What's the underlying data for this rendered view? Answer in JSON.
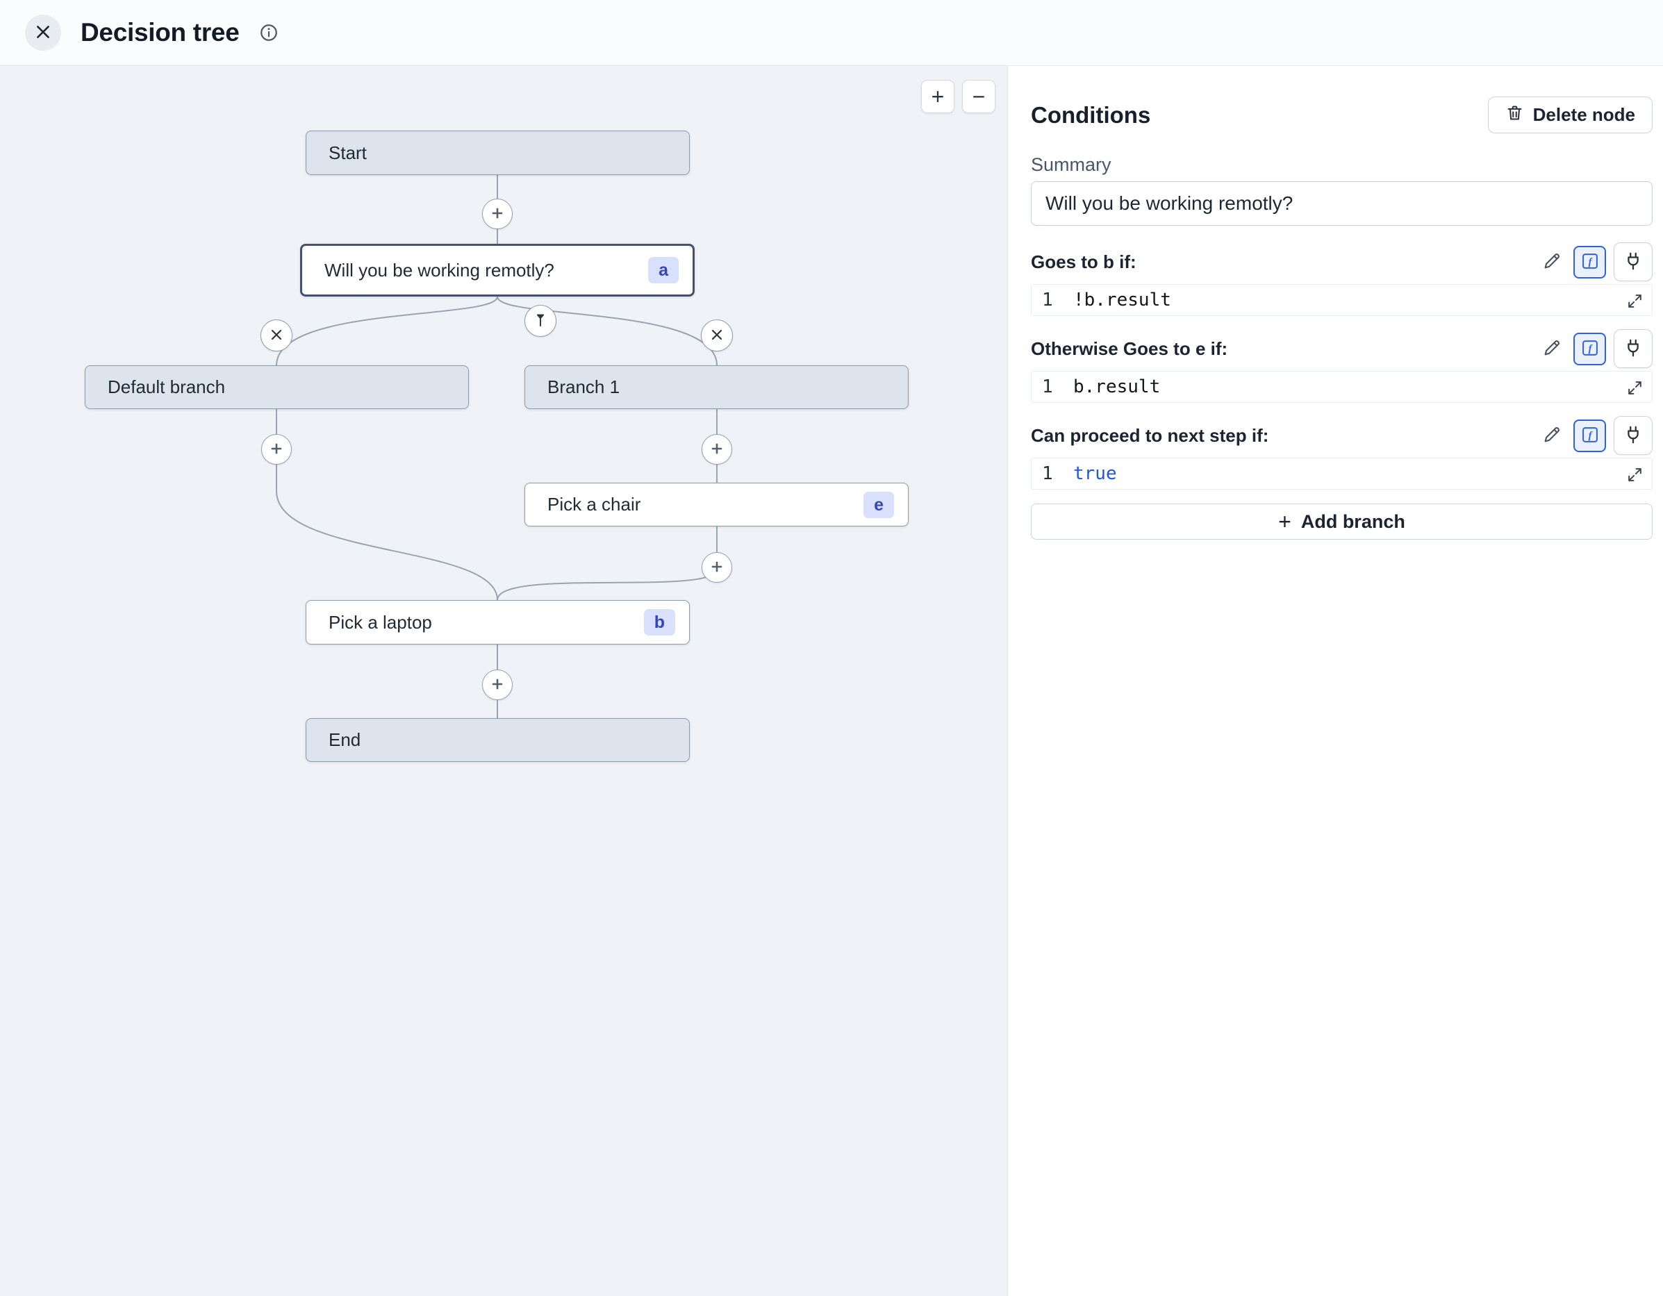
{
  "header": {
    "title": "Decision tree"
  },
  "canvas": {
    "zoom_in_label": "+",
    "zoom_out_label": "−",
    "nodes": {
      "start": {
        "label": "Start"
      },
      "question": {
        "label": "Will you be working remotly?",
        "badge": "a"
      },
      "default_branch": {
        "label": "Default branch"
      },
      "branch_1": {
        "label": "Branch 1"
      },
      "pick_chair": {
        "label": "Pick a chair",
        "badge": "e"
      },
      "pick_laptop": {
        "label": "Pick a laptop",
        "badge": "b"
      },
      "end": {
        "label": "End"
      }
    }
  },
  "panel": {
    "title": "Conditions",
    "delete_node_label": "Delete node",
    "summary_label": "Summary",
    "summary_value": "Will you be working remotly?",
    "conditions": [
      {
        "label": "Goes to b if:",
        "line_number": "1",
        "code": "!b.result"
      },
      {
        "label": "Otherwise Goes to e if:",
        "line_number": "1",
        "code": "b.result"
      },
      {
        "label": "Can proceed to next step if:",
        "line_number": "1",
        "code": "true"
      }
    ],
    "add_branch_label": "Add branch"
  },
  "colors": {
    "canvas_bg": "#eff2f6",
    "node_gray": "#dde4ee",
    "badge_bg": "#d9e0fb",
    "badge_text": "#3646b2",
    "accent_blue": "#2f62d9",
    "keyword_blue": "#2456d6",
    "edge_gray": "#9aa4b1"
  }
}
